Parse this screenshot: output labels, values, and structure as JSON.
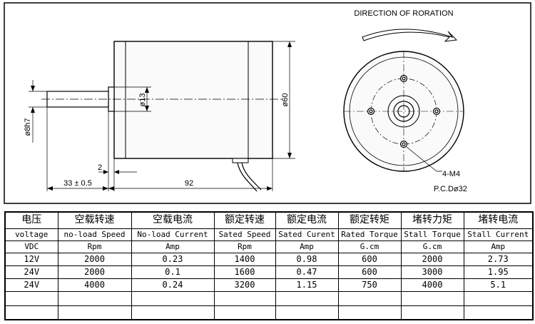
{
  "drawing": {
    "rotation_title": "DIRECTION OF RORATION",
    "dims": {
      "shaft_dia": "ø8h7",
      "boss_dia": "ø13",
      "body_dia": "ø60",
      "shaft_length": "33 ± 0.5",
      "body_length": "92",
      "boss_length": "2",
      "screws": "4-M4",
      "pcd": "P.C.Dø32"
    }
  },
  "table": {
    "headers_zh": [
      "电压",
      "空载转速",
      "空载电流",
      "额定转速",
      "额定电流",
      "额定转矩",
      "堵转力矩",
      "堵转电流"
    ],
    "headers_en": [
      "voltage",
      "no-load Speed",
      "No-load Current",
      "Sated Speed",
      "Sated Curent",
      "Rated Torque",
      "Stall Torque",
      "Stall Current"
    ],
    "units": [
      "VDC",
      "Rpm",
      "Amp",
      "Rpm",
      "Amp",
      "G.cm",
      "G.cm",
      "Amp"
    ],
    "rows": [
      [
        "12V",
        "2000",
        "0.23",
        "1400",
        "0.98",
        "600",
        "2000",
        "2.73"
      ],
      [
        "24V",
        "2000",
        "0.1",
        "1600",
        "0.47",
        "600",
        "3000",
        "1.95"
      ],
      [
        "24V",
        "4000",
        "0.24",
        "3200",
        "1.15",
        "750",
        "4000",
        "5.1"
      ],
      [
        "",
        "",
        "",
        "",
        "",
        "",
        "",
        ""
      ],
      [
        "",
        "",
        "",
        "",
        "",
        "",
        "",
        ""
      ]
    ]
  }
}
